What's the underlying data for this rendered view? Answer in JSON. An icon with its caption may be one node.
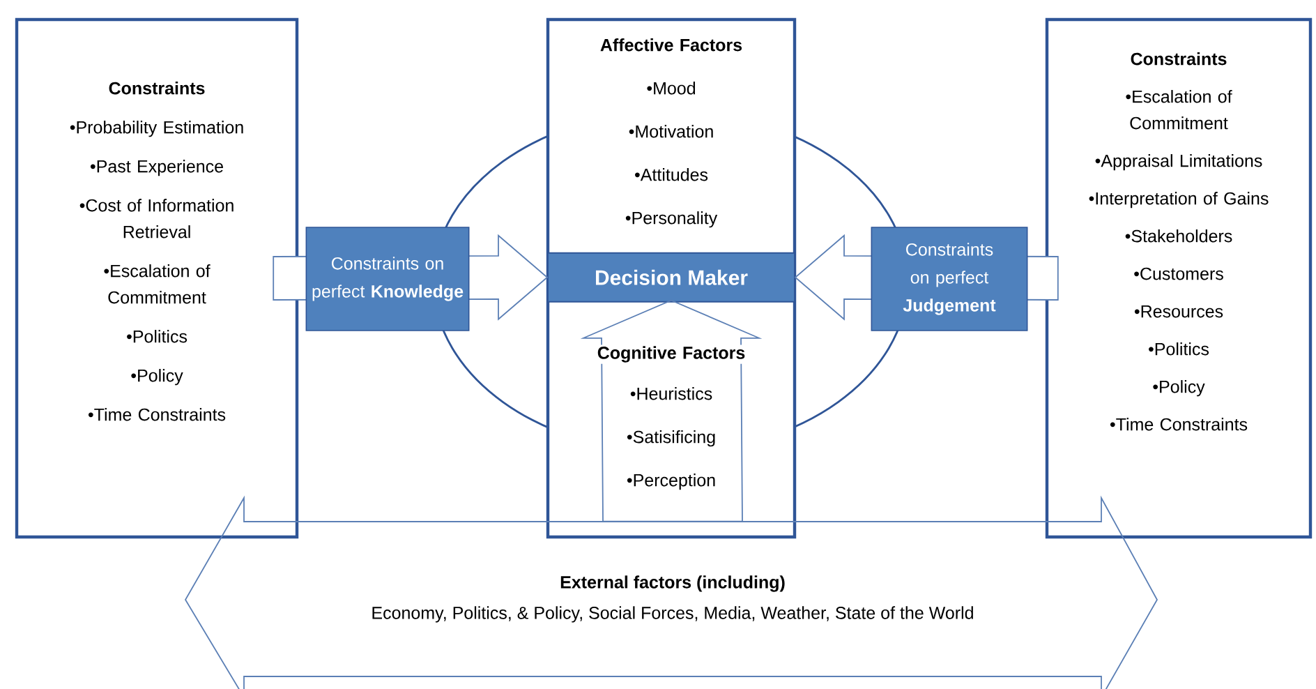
{
  "diagram": {
    "nodes": [
      {
        "text": [
          "Constraints",
          "•Probability Estimation",
          "•Past Experience",
          "•Cost of Information Retrieval",
          "•Escalation of Commitment",
          "•Politics",
          "•Policy",
          "•Time Constraints"
        ]
      },
      {
        "text": [
          "Affective Factors",
          "•Mood",
          "•Motivation",
          "•Attitudes",
          "•Personality",
          "Cognitive Factors",
          "•Heuristics",
          "•Satisificing",
          "•Perception"
        ]
      },
      {
        "text": [
          "Decision Maker"
        ],
        "in": 1
      },
      {
        "text": [
          "Constraints",
          "•Escalation of Commitment",
          "•Appraisal Limitations",
          "•Interpretation of Gains",
          "•Stakeholders",
          "•Customers",
          "•Resources",
          "•Politics",
          "•Policy",
          "•Time Constraints"
        ]
      },
      {
        "text": [
          "External factors  (including)",
          "Economy, Politics, & Policy,  Social Forces, Media, Weather, State of the World"
        ]
      }
    ],
    "edges": [
      {
        "from": 0,
        "to": 2,
        "arrow": "to",
        "label": "Constraints on perfect **Knowledge**"
      },
      {
        "from": 3,
        "to": 2,
        "arrow": "to",
        "label": "Constraints on perfect **Judgement**"
      },
      {
        "from": 4,
        "to": 2,
        "arrow": "to"
      }
    ]
  }
}
